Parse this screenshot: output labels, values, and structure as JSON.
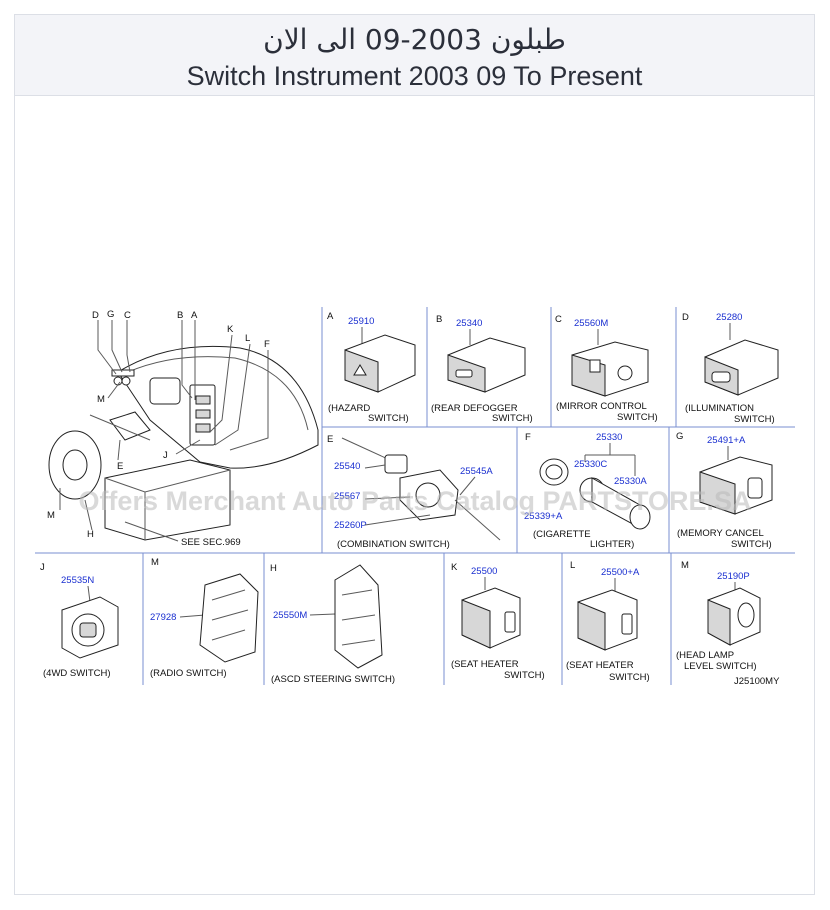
{
  "header": {
    "title_ar": "طبلون 2003-09 الى الان",
    "title_en": "Switch Instrument 2003 09 To Present"
  },
  "watermark": "Offers Merchant Auto Parts Catalog PARTSTORE.SA",
  "diagram": {
    "overview": {
      "letters": [
        "D",
        "G",
        "C",
        "B",
        "A",
        "K",
        "L",
        "F",
        "M",
        "E",
        "J",
        "M",
        "H"
      ],
      "see_note": "SEE   SEC.969"
    },
    "panels": [
      {
        "letter": "A",
        "part": "25910",
        "caption1": "(HAZARD",
        "caption2": "SWITCH)"
      },
      {
        "letter": "B",
        "part": "25340",
        "caption1": "(REAR   DEFOGGER",
        "caption2": "SWITCH)"
      },
      {
        "letter": "C",
        "part": "25560M",
        "caption1": "(MIRROR   CONTROL",
        "caption2": "SWITCH)"
      },
      {
        "letter": "D",
        "part": "25280",
        "caption1": "(ILLUMINATION",
        "caption2": "SWITCH)"
      },
      {
        "letter": "E",
        "parts": [
          "25540",
          "25567",
          "25260P",
          "25545A"
        ],
        "caption": "(COMBINATION          SWITCH)"
      },
      {
        "letter": "F",
        "parts": [
          "25330",
          "25330C",
          "25330A",
          "25339+A"
        ],
        "caption1": "(CIGARETTE",
        "caption2": "LIGHTER)"
      },
      {
        "letter": "G",
        "part": "25491+A",
        "caption1": "(MEMORY   CANCEL",
        "caption2": "SWITCH)"
      },
      {
        "letter": "J",
        "part": "25535N",
        "caption": "(4WD   SWITCH)"
      },
      {
        "letter": "M",
        "part": "27928",
        "caption": "(RADIO   SWITCH)"
      },
      {
        "letter": "H",
        "part": "25550M",
        "caption": "(ASCD   STEERING         SWITCH)"
      },
      {
        "letter": "K",
        "part": "25500",
        "caption1": "(SEAT   HEATER",
        "caption2": "SWITCH)"
      },
      {
        "letter": "L",
        "part": "25500+A",
        "caption1": "(SEAT   HEATER",
        "caption2": "SWITCH)"
      },
      {
        "letter": "M",
        "part": "25190P",
        "caption1": "(HEAD   LAMP",
        "caption2": "LEVEL   SWITCH)"
      }
    ],
    "diagram_code": "J25100MY"
  }
}
